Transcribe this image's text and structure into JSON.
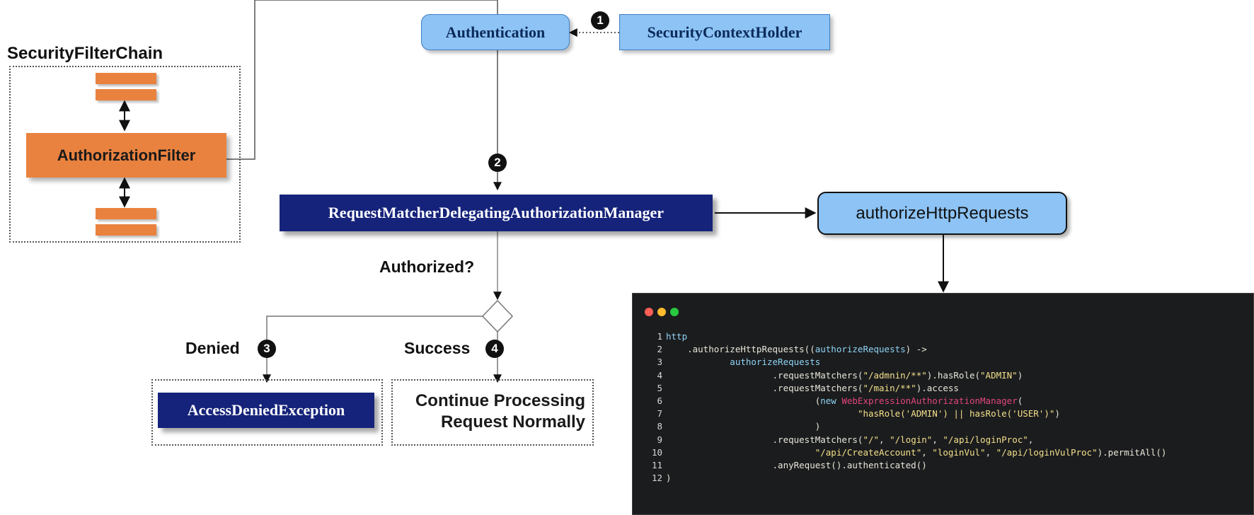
{
  "diagram": {
    "filter_chain": {
      "title": "SecurityFilterChain",
      "filter": "AuthorizationFilter"
    },
    "authentication": "Authentication",
    "context_holder": "SecurityContextHolder",
    "manager": "RequestMatcherDelegatingAuthorizationManager",
    "authorize_http_requests": "authorizeHttpRequests",
    "decision_label": "Authorized?",
    "denied_label": "Denied",
    "success_label": "Success",
    "exception": "AccessDeniedException",
    "continue_line1": "Continue Processing",
    "continue_line2": "Request Normally",
    "steps": [
      "1",
      "2",
      "3",
      "4"
    ]
  },
  "code_window": {
    "traffic_lights": [
      "#ff5f57",
      "#febc2e",
      "#28c840"
    ],
    "lines": [
      {
        "n": "1",
        "segments": [
          {
            "t": "http",
            "c": "kw"
          }
        ]
      },
      {
        "n": "2",
        "segments": [
          {
            "t": "    .authorizeHttpRequests((",
            "c": "fn"
          },
          {
            "t": "authorizeRequests",
            "c": "param"
          },
          {
            "t": ") ->",
            "c": "fn"
          }
        ]
      },
      {
        "n": "3",
        "segments": [
          {
            "t": "            authorizeRequests",
            "c": "param"
          }
        ]
      },
      {
        "n": "4",
        "segments": [
          {
            "t": "                    .requestMatchers(",
            "c": "fn"
          },
          {
            "t": "\"/admnin/**\"",
            "c": "str"
          },
          {
            "t": ").hasRole(",
            "c": "fn"
          },
          {
            "t": "\"ADMIN\"",
            "c": "str"
          },
          {
            "t": ")",
            "c": "fn"
          }
        ]
      },
      {
        "n": "5",
        "segments": [
          {
            "t": "                    .requestMatchers(",
            "c": "fn"
          },
          {
            "t": "\"/main/**\"",
            "c": "str"
          },
          {
            "t": ").access",
            "c": "fn"
          }
        ]
      },
      {
        "n": "6",
        "segments": [
          {
            "t": "                            (",
            "c": "fn"
          },
          {
            "t": "new ",
            "c": "kw"
          },
          {
            "t": "WebExpressionAuthorizationManager",
            "c": "cls"
          },
          {
            "t": "(",
            "c": "fn"
          }
        ]
      },
      {
        "n": "7",
        "segments": [
          {
            "t": "                                    ",
            "c": "fn"
          },
          {
            "t": "\"hasRole('ADMIN') || hasRole('USER')\"",
            "c": "str"
          },
          {
            "t": ")",
            "c": "fn"
          }
        ]
      },
      {
        "n": "8",
        "segments": [
          {
            "t": "                            )",
            "c": "fn"
          }
        ]
      },
      {
        "n": "9",
        "segments": [
          {
            "t": "                    .requestMatchers(",
            "c": "fn"
          },
          {
            "t": "\"/\"",
            "c": "str"
          },
          {
            "t": ", ",
            "c": "fn"
          },
          {
            "t": "\"/login\"",
            "c": "str"
          },
          {
            "t": ", ",
            "c": "fn"
          },
          {
            "t": "\"/api/loginProc\"",
            "c": "str"
          },
          {
            "t": ",",
            "c": "fn"
          }
        ]
      },
      {
        "n": "10",
        "segments": [
          {
            "t": "                            ",
            "c": "fn"
          },
          {
            "t": "\"/api/CreateAccount\"",
            "c": "str"
          },
          {
            "t": ", ",
            "c": "fn"
          },
          {
            "t": "\"loginVul\"",
            "c": "str"
          },
          {
            "t": ", ",
            "c": "fn"
          },
          {
            "t": "\"/api/loginVulProc\"",
            "c": "str"
          },
          {
            "t": ").permitAll()",
            "c": "fn"
          }
        ]
      },
      {
        "n": "11",
        "segments": [
          {
            "t": "                    .anyRequest().authenticated()",
            "c": "fn"
          }
        ]
      },
      {
        "n": "12",
        "segments": [
          {
            "t": ")",
            "c": "fn"
          }
        ]
      }
    ]
  }
}
